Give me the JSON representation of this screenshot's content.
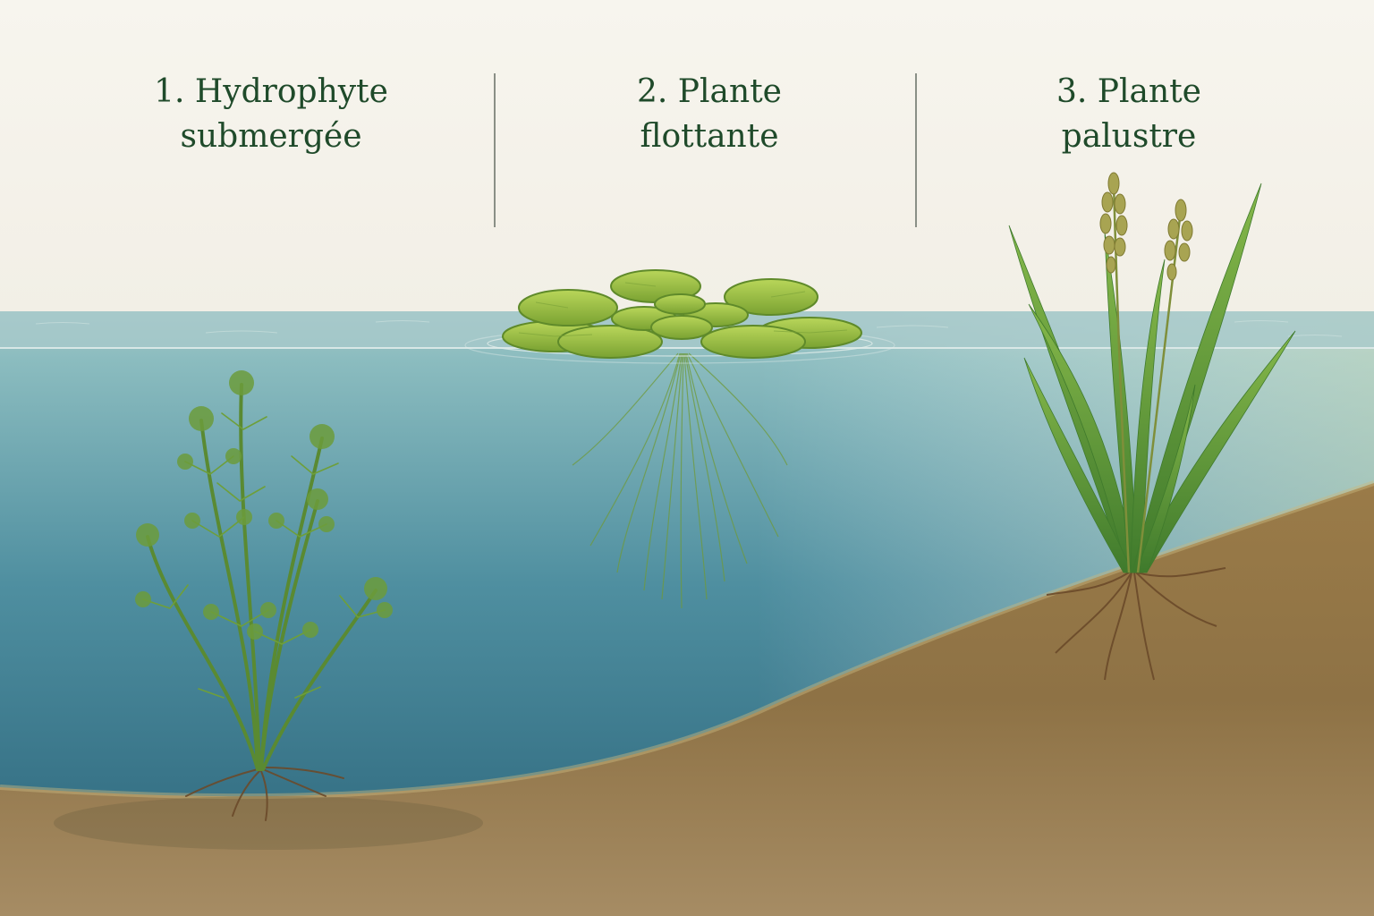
{
  "labels": [
    {
      "line1": "1. Hydrophyte",
      "line2": "submergée"
    },
    {
      "line1": "2. Plante",
      "line2": "flottante"
    },
    {
      "line1": "3. Plante",
      "line2": "palustre"
    }
  ],
  "colors": {
    "background": "#f6f3ea",
    "label_text": "#1f4a2a",
    "divider": "#8a8f86",
    "water_surface": "#9fc4c6",
    "water_deep": "#2f6a80",
    "sediment": "#8a6a3c",
    "plant_green": "#5e8f34",
    "leaf_green": "#a7c948",
    "root_brown": "#6b4a2a"
  },
  "icons": {
    "submerged_plant": "hornwort-icon",
    "floating_plant": "water-lettuce-icon",
    "marsh_plant": "sedge-icon"
  }
}
